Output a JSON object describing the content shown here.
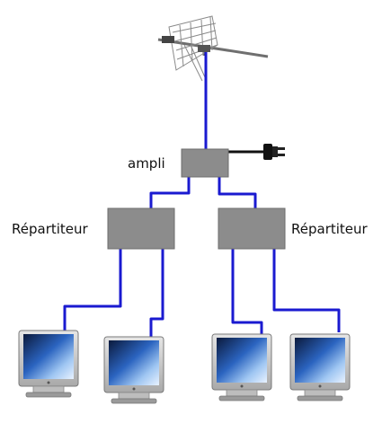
{
  "labels": {
    "amplifier": "ampli",
    "splitter_left": "Répartiteur",
    "splitter_right": "Répartiteur"
  },
  "colors": {
    "cable": "#1a1ad0",
    "box": "#8c8c8c",
    "power_cord": "#111111",
    "monitor_frame": "#c8c8c8",
    "screen": "#2d63b8"
  },
  "icons": {
    "antenna": "tv-antenna-icon",
    "plug": "power-plug-icon",
    "monitor": "tv-monitor-icon"
  }
}
